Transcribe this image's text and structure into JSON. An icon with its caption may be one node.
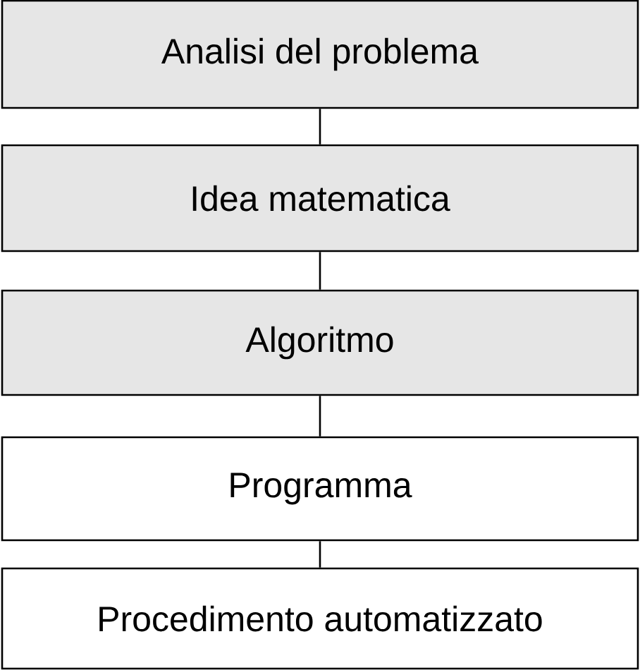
{
  "diagram": {
    "nodes": [
      {
        "text": [
          "Analisi del problema"
        ]
      },
      {
        "text": [
          "Idea matematica"
        ]
      },
      {
        "text": [
          "Algoritmo"
        ]
      },
      {
        "text": [
          "Programma"
        ]
      },
      {
        "text": [
          "Procedimento automatizzato"
        ]
      }
    ],
    "edges": [
      {
        "from": 0,
        "to": 1,
        "arrow": "none"
      },
      {
        "from": 1,
        "to": 2,
        "arrow": "none"
      },
      {
        "from": 2,
        "to": 3,
        "arrow": "none"
      },
      {
        "from": 3,
        "to": 4,
        "arrow": "none"
      }
    ]
  }
}
